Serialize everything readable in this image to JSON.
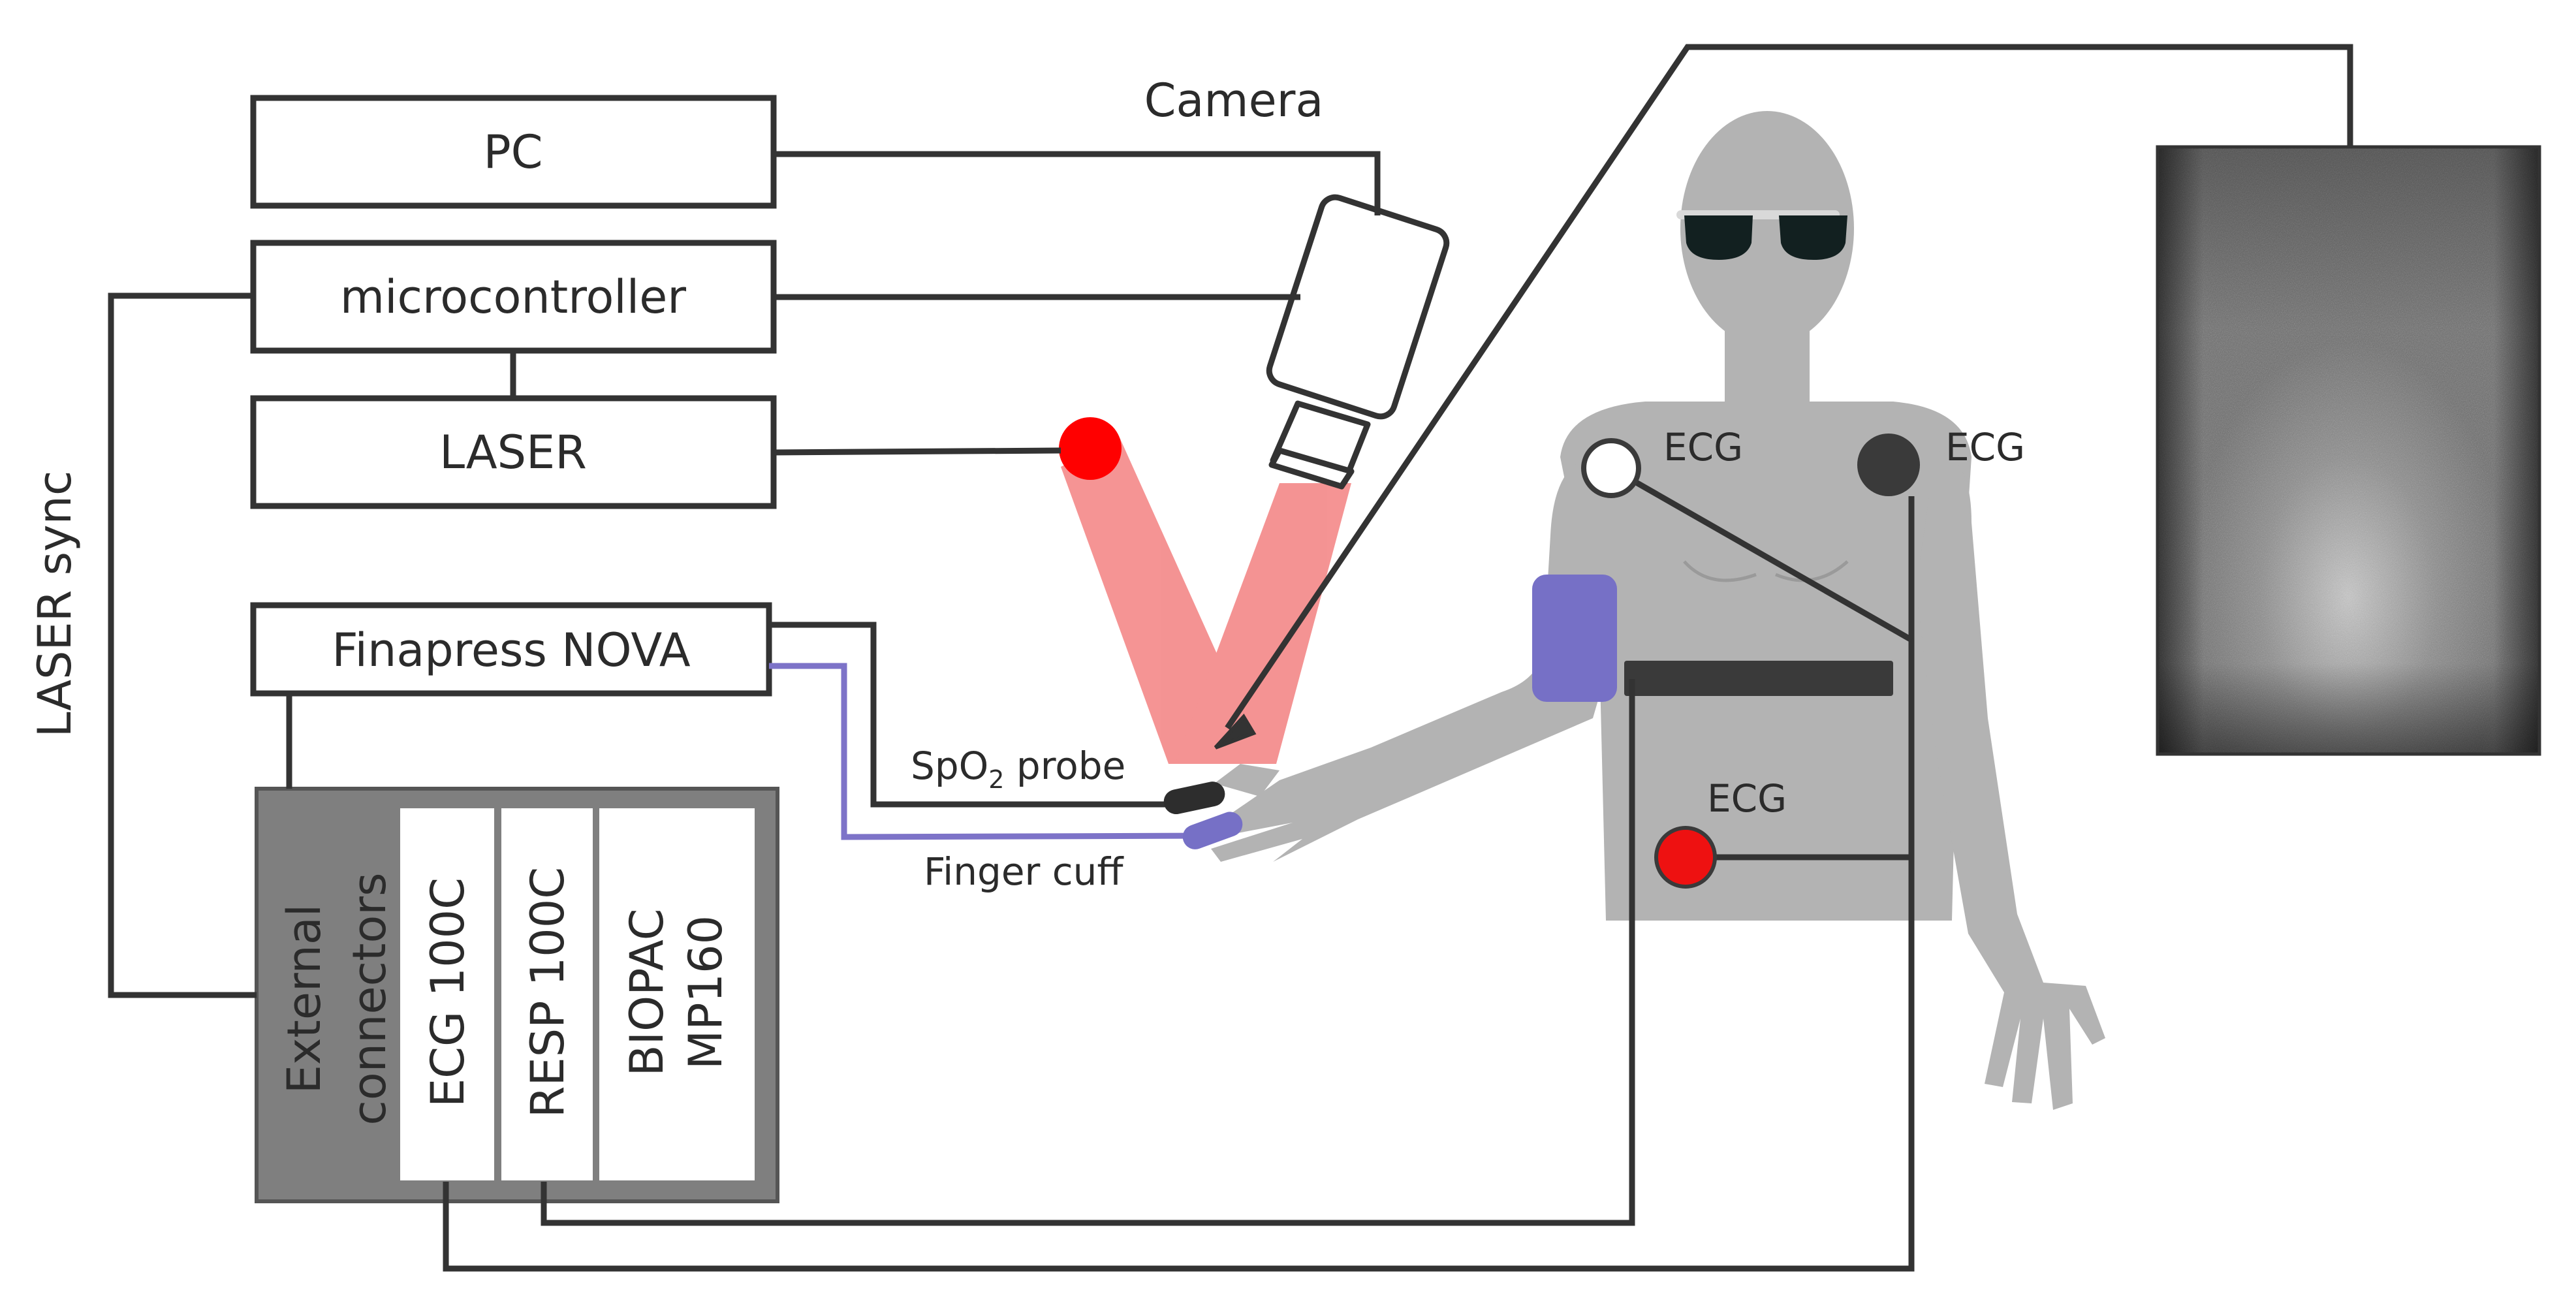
{
  "boxes": {
    "pc": "PC",
    "microcontroller": "microcontroller",
    "laser": "LASER",
    "finapress": "Finapress NOVA"
  },
  "rack": {
    "external_connectors": [
      "External",
      "connectors"
    ],
    "ecg_module": "ECG 100C",
    "resp_module": "RESP 100C",
    "biopac": [
      "BIOPAC",
      "MP160"
    ]
  },
  "labels": {
    "camera": "Camera",
    "laser_sync": "LASER sync",
    "spo2_prefix": "SpO",
    "spo2_sub": "2",
    "spo2_suffix": " probe",
    "finger_cuff": "Finger cuff",
    "ecg_right_shoulder": "ECG",
    "ecg_left_shoulder": "ECG",
    "ecg_abdomen": "ECG"
  },
  "colors": {
    "laser_dot": "#ff0000",
    "laser_beam": "#f48e8e",
    "cuff": "#7670c6",
    "body": "#b3b3b3",
    "rack": "#7f7f7f",
    "ecg_white": "#ffffff",
    "ecg_dark": "#3a3a3a",
    "ecg_red": "#ee1111"
  }
}
